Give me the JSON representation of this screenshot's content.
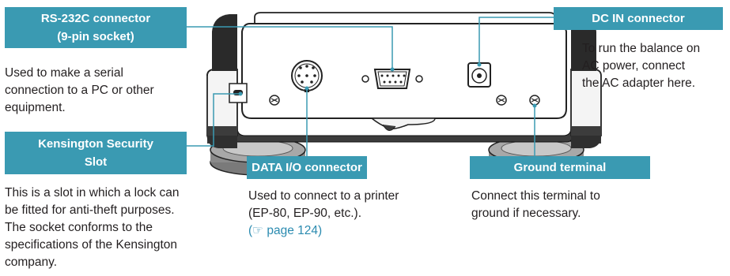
{
  "labels": {
    "rs232c_line1": "RS-232C connector",
    "rs232c_line2": "(9-pin socket)",
    "kensington_line1": "Kensington Security",
    "kensington_line2": "Slot",
    "data_io": "DATA I/O connector",
    "ground": "Ground terminal",
    "dc_in": "DC IN connector"
  },
  "descriptions": {
    "rs232c": [
      "Used to make a serial",
      "connection to a PC or other",
      "equipment."
    ],
    "kensington": [
      "This is a slot in which a lock can",
      "be fitted for anti-theft purposes.",
      "The socket conforms to the",
      "specifications of the Kensington",
      "company."
    ],
    "data_io": [
      "Used to connect to a printer",
      "(EP-80, EP-90, etc.)."
    ],
    "data_io_ref_open": "(",
    "data_io_ref_icon": "☞",
    "data_io_ref_text": " page 124)",
    "ground": [
      "Connect this terminal to",
      "ground if necessary."
    ],
    "dc_in": [
      "To run the balance on",
      "AC power, connect",
      "the AC adapter here."
    ]
  },
  "colors": {
    "callout_bg": "#3a9ab2",
    "leader_line": "#3a9ab2",
    "body_text": "#231f20",
    "link_text": "#2b8bb0"
  }
}
